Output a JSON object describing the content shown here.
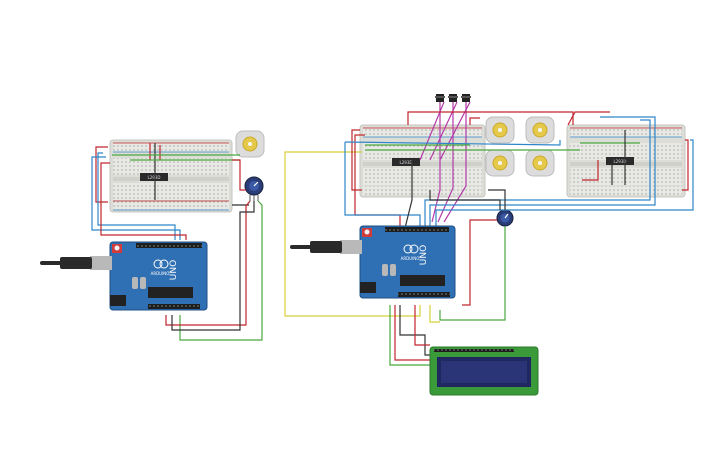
{
  "circuit_left": {
    "arduino": {
      "board_label": "UNO",
      "brand_label": "ARDUINO"
    },
    "driver_chip": {
      "label": "L293D"
    },
    "motor": {
      "count": 1
    },
    "potentiometer": {
      "count": 1
    }
  },
  "circuit_right": {
    "arduino": {
      "board_label": "UNO",
      "brand_label": "ARDUINO"
    },
    "driver_chips": [
      {
        "label": "L293D"
      },
      {
        "label": "L293D"
      }
    ],
    "motors": {
      "count": 4
    },
    "potentiometer": {
      "count": 1
    },
    "pushbuttons": {
      "count": 3
    },
    "lcd": {
      "type": "16x2"
    }
  },
  "colors": {
    "board": "#2f6fb3",
    "breadboard": "#e7e7e3",
    "wire_red": "#c0262d",
    "wire_green": "#4aa83f",
    "wire_blue": "#2e86c9",
    "wire_yellow": "#d8cf3a",
    "wire_black": "#333333",
    "wire_magenta": "#b23aa8",
    "lcd_pcb": "#3a9a3a",
    "lcd_screen": "#20295f"
  }
}
